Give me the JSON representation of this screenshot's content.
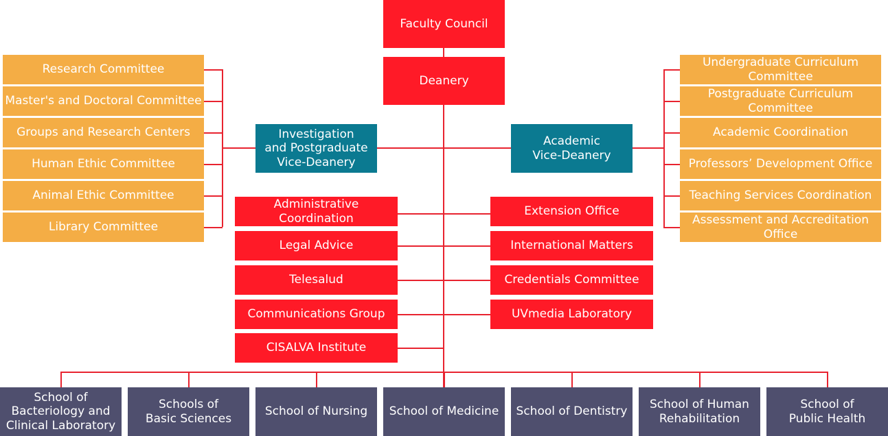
{
  "top": {
    "faculty_council": "Faculty Council",
    "deanery": "Deanery"
  },
  "vice_deaneries": {
    "investigation": "Investigation\nand Postgraduate\nVice-Deanery",
    "academic": "Academic\nVice-Deanery"
  },
  "left_committees": [
    "Research Committee",
    "Master's and Doctoral Committee",
    "Groups and Research Centers",
    "Human Ethic Committee",
    "Animal Ethic Committee",
    "Library Committee"
  ],
  "right_committees": [
    "Undergraduate Curriculum\nCommittee",
    "Postgraduate Curriculum\nCommittee",
    "Academic Coordination",
    "Professors’ Development Office",
    "Teaching Services Coordination",
    "Assessment and Accreditation\nOffice"
  ],
  "left_offices": [
    "Administrative\nCoordination",
    "Legal Advice",
    "Telesalud",
    "Communications Group",
    "CISALVA Institute"
  ],
  "right_offices": [
    "Extension Office",
    "International Matters",
    "Credentials Committee",
    "UVmedia Laboratory"
  ],
  "schools": [
    "School of\nBacteriology and\nClinical Laboratory",
    "Schools of\nBasic Sciences",
    "School of Nursing",
    "School of Medicine",
    "School of Dentistry",
    "School of Human\nRehabilitation",
    "School of\nPublic Health"
  ],
  "colors": {
    "red": "#ff1a27",
    "orange": "#f4ad45",
    "teal": "#0b7a91",
    "slate": "#4f4f6e",
    "line": "#e8232f"
  }
}
